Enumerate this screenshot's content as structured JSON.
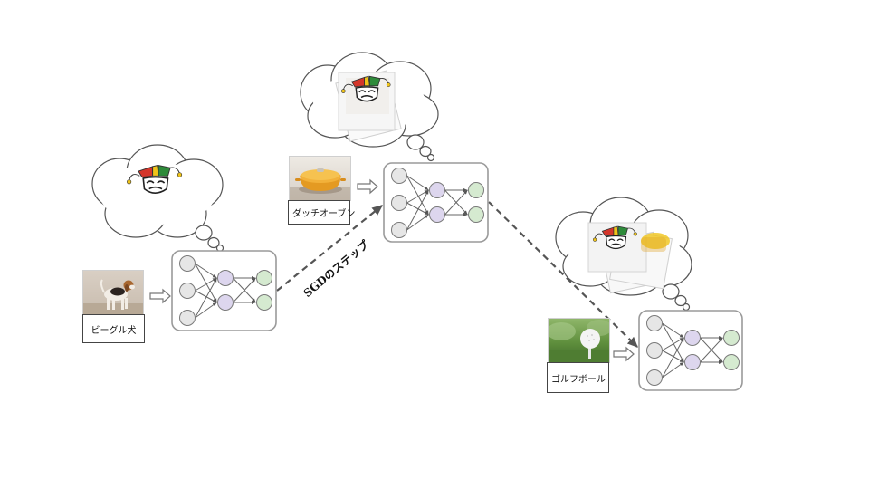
{
  "stages": [
    {
      "id": "beagle",
      "label": "ビーグル犬",
      "photo": "beagle-dog-photo"
    },
    {
      "id": "dutch-oven",
      "label": "ダッチオーブン",
      "photo": "dutch-oven-photo"
    },
    {
      "id": "golf-ball",
      "label": "ゴルフボール",
      "photo": "golf-ball-photo"
    }
  ],
  "sgd_step_label": "SGDのステップ",
  "colors": {
    "input_node": "#e6e6e6",
    "hidden_node": "#ddd6ee",
    "output_node": "#d5ead0",
    "node_stroke": "#7a7a7a",
    "net_box_stroke": "#9a9a9a",
    "jester_red": "#d4362b",
    "jester_green": "#2e8b3a",
    "jester_yellow": "#f0c419"
  }
}
